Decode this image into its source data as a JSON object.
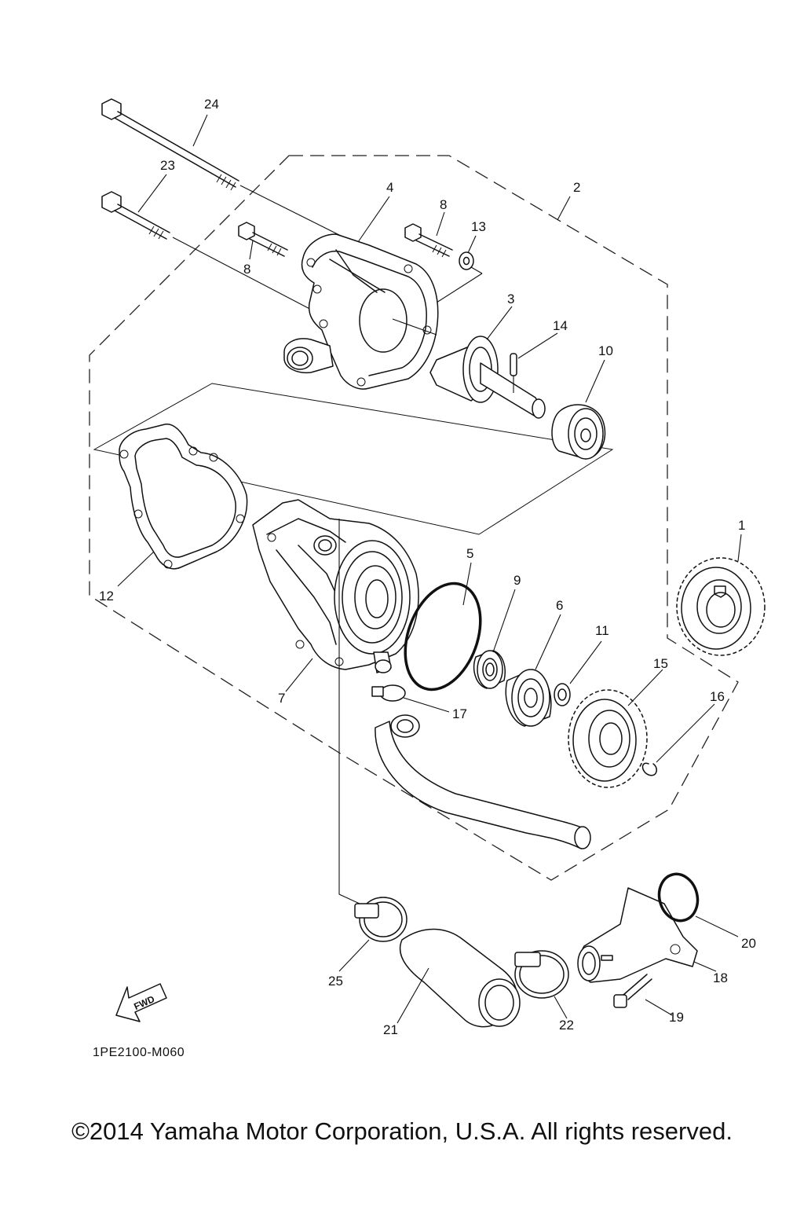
{
  "diagram": {
    "callouts": {
      "p1": "1",
      "p2": "2",
      "p3": "3",
      "p4": "4",
      "p5": "5",
      "p6": "6",
      "p7": "7",
      "p8a": "8",
      "p8b": "8",
      "p9": "9",
      "p10": "10",
      "p11": "11",
      "p12": "12",
      "p13": "13",
      "p14": "14",
      "p15": "15",
      "p16": "16",
      "p17": "17",
      "p18": "18",
      "p19": "19",
      "p20": "20",
      "p21": "21",
      "p22": "22",
      "p23": "23",
      "p24": "24",
      "p25": "25"
    },
    "diagram_code": "1PE2100-M060",
    "fwd_label": "FWD"
  },
  "footer": {
    "copyright": "©2014 Yamaha Motor Corporation, U.S.A. All rights reserved."
  }
}
